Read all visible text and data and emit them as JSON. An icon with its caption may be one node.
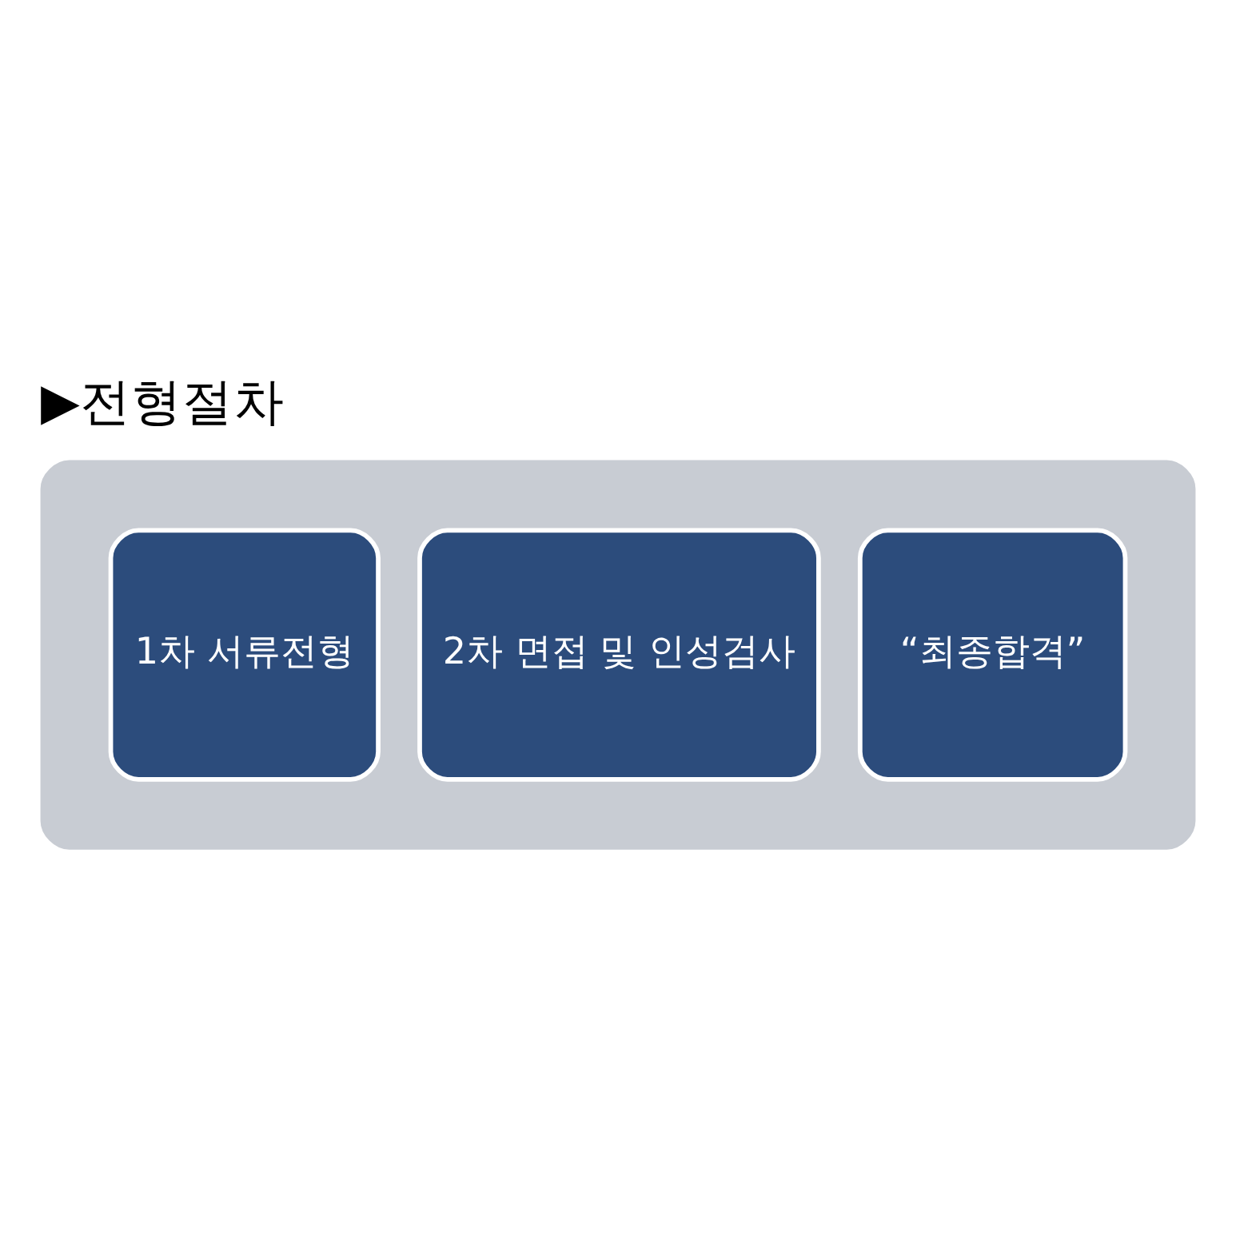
{
  "diagram": {
    "title": "▶전형절차",
    "nodes": [
      {
        "text": [],
        "shape": "arrow"
      },
      {
        "text": [
          "1차 서류전형"
        ],
        "in": 0
      },
      {
        "text": [
          "2차 면접 및 인성검사"
        ],
        "in": 0
      },
      {
        "text": [
          "“최종합격”"
        ],
        "in": 0
      }
    ],
    "edges": []
  }
}
